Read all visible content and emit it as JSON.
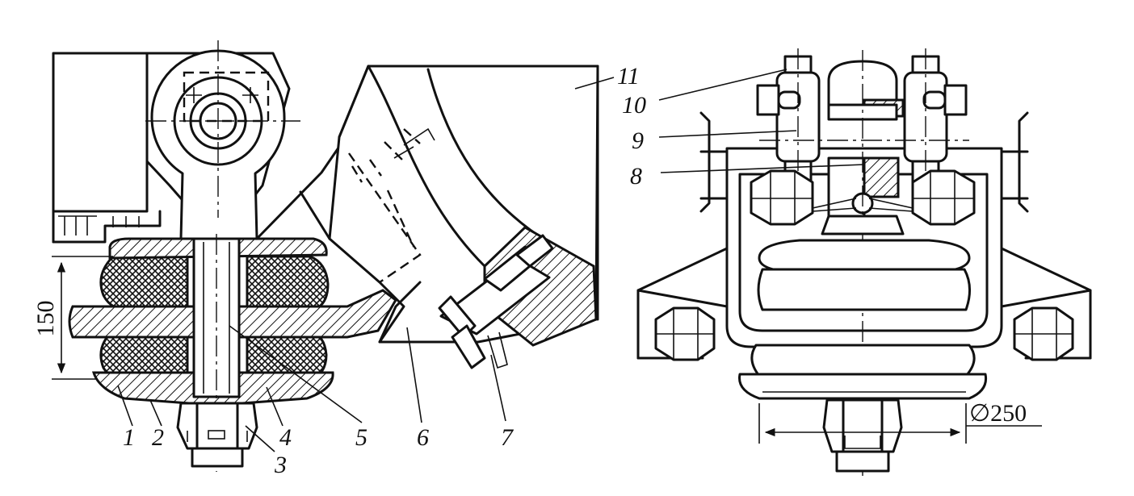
{
  "labels": {
    "l1": "1",
    "l2": "2",
    "l3": "3",
    "l4": "4",
    "l5": "5",
    "l6": "6",
    "l7": "7",
    "l8": "8",
    "l9": "9",
    "l10": "10",
    "l11": "11"
  },
  "dimensions": {
    "height": "150",
    "diameter": "∅250"
  }
}
